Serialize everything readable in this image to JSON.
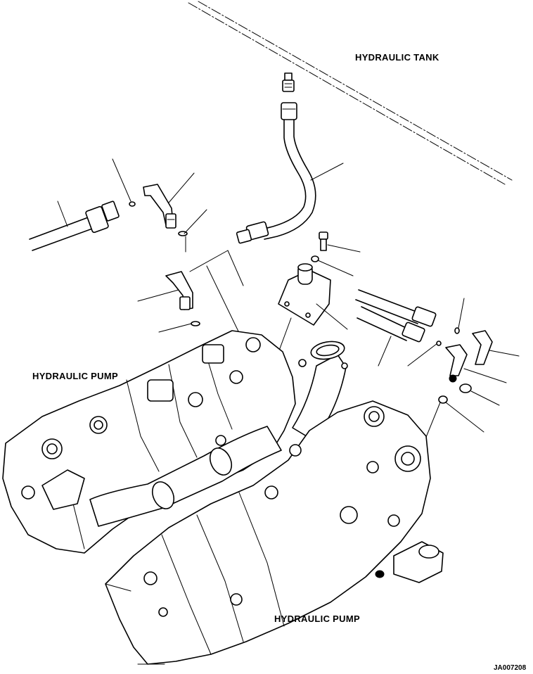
{
  "labels": {
    "hydraulic_tank": "HYDRAULIC TANK",
    "hydraulic_pump_upper": "HYDRAULIC PUMP",
    "hydraulic_pump_lower": "HYDRAULIC PUMP",
    "reference_code": "JA007208"
  }
}
